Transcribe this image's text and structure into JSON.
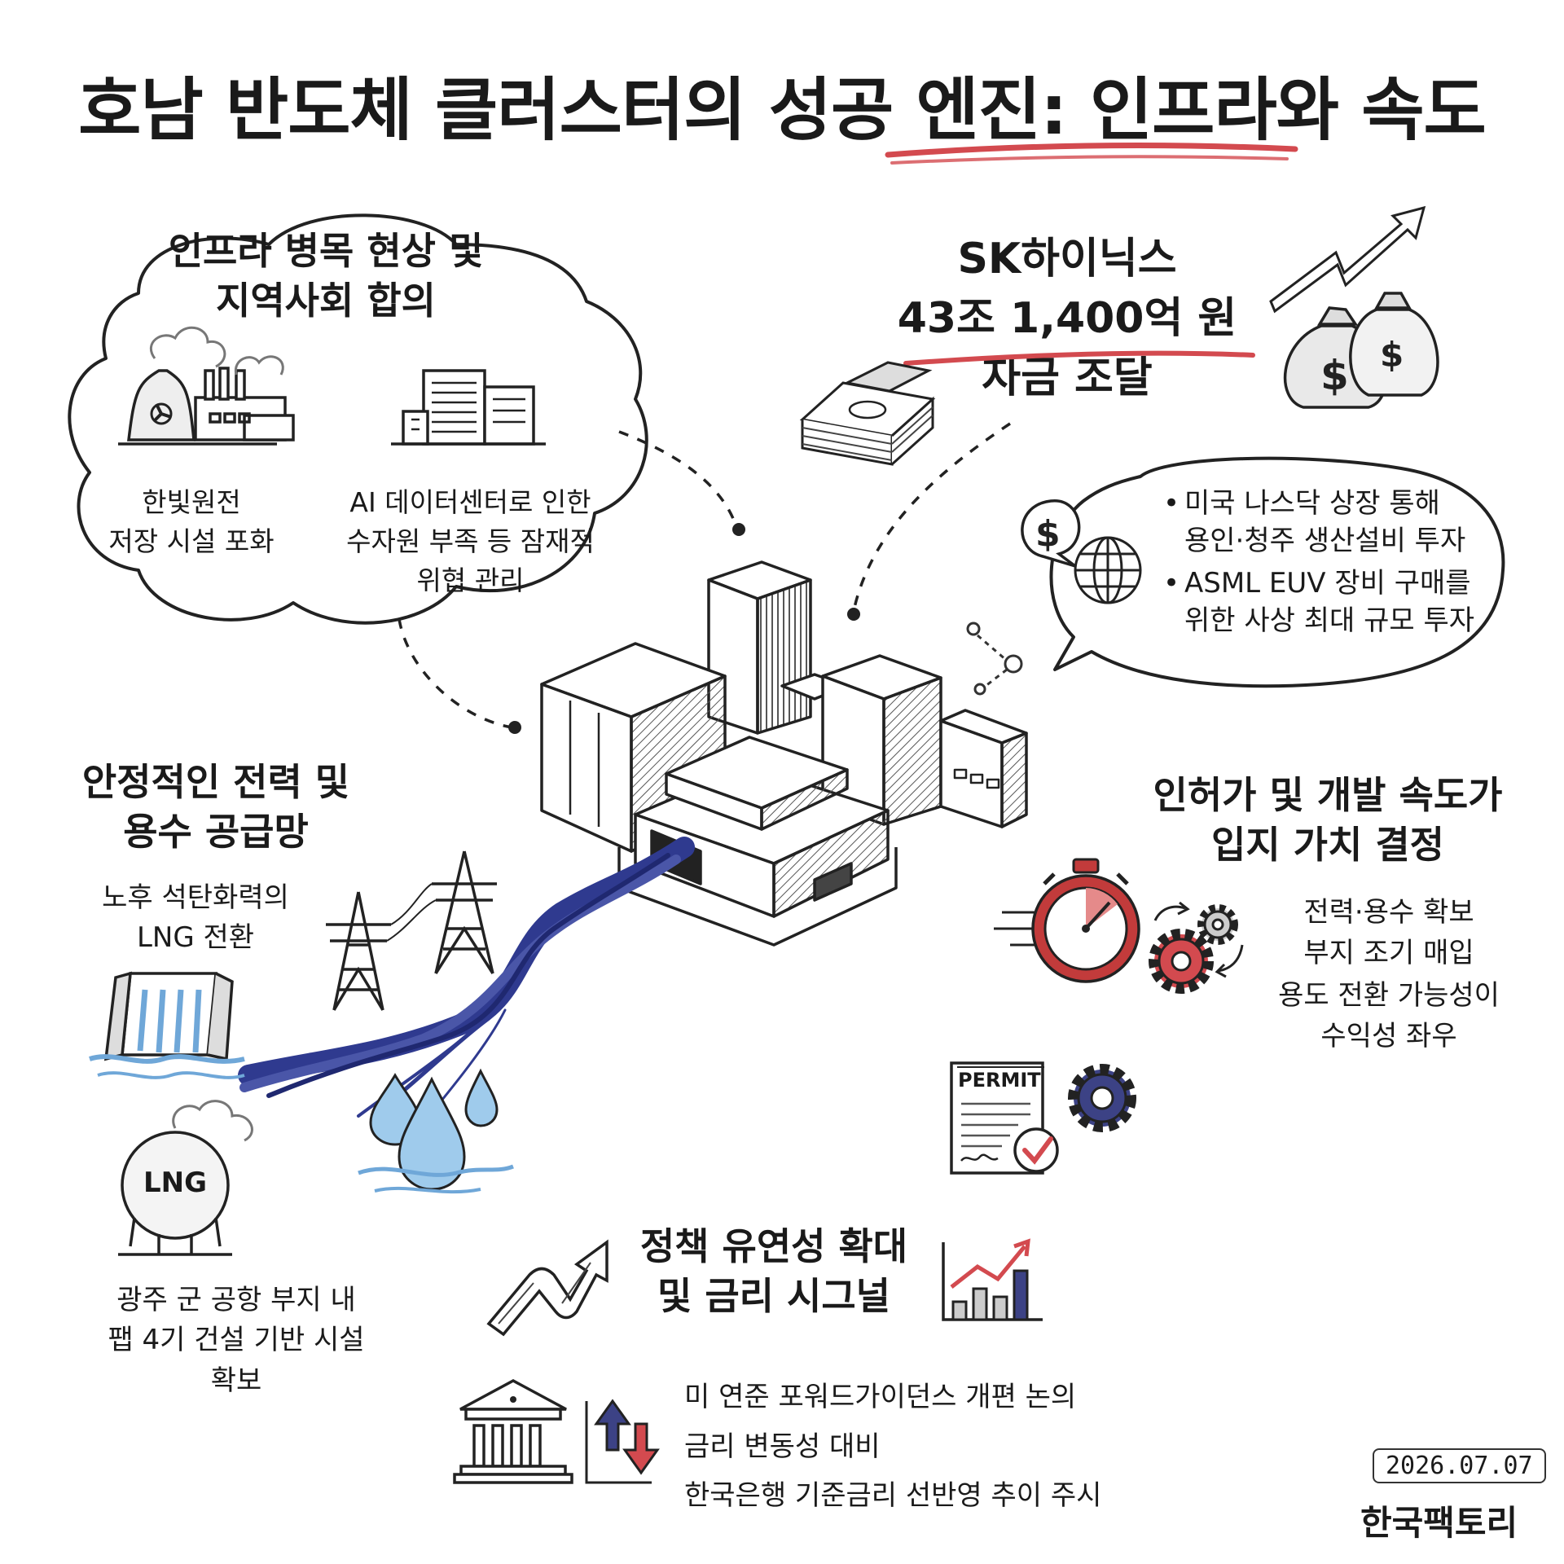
{
  "title": "호남 반도체 클러스터의 성공 엔진: 인프라와 속도",
  "colors": {
    "accent_red": "#d34a4f",
    "water_blue": "#2f3a8f",
    "ink": "#1a1a1a"
  },
  "sections": {
    "infra": {
      "heading": [
        "인프라 병목 현상 및",
        "지역사회 합의"
      ],
      "item1": [
        "한빛원전",
        "저장 시설 포화"
      ],
      "item2": [
        "AI 데이터센터로 인한",
        "수자원 부족 등 잠재적",
        "위협 관리"
      ]
    },
    "sk": {
      "line1": "SK하이닉스",
      "amount": "43조 1,400억 원",
      "line3": "자금 조달",
      "bullets": [
        [
          "미국 나스닥 상장 통해",
          "용인·청주 생산설비 투자"
        ],
        [
          "ASML EUV 장비 구매를",
          "위한 사상 최대 규모 투자"
        ]
      ],
      "icon": "dollar-sign"
    },
    "power": {
      "heading": [
        "안정적인 전력 및",
        "용수 공급망"
      ],
      "sub": [
        "노후 석탄화력의",
        "LNG 전환"
      ],
      "lng_label": "LNG",
      "bottom": [
        "광주 군 공항 부지 내",
        "팹 4기 건설 기반 시설",
        "확보"
      ]
    },
    "speed": {
      "heading": [
        "인허가 및 개발 속도가",
        "입지 가치 결정"
      ],
      "body": [
        "전력·용수 확보",
        "부지 조기 매입",
        "용도 전환 가능성이",
        "수익성 좌우"
      ],
      "permit_label": "PERMIT"
    },
    "policy": {
      "heading": [
        "정책 유연성 확대",
        "및 금리 시그널"
      ],
      "body": [
        "미 연준 포워드가이던스 개편 논의",
        "금리 변동성 대비",
        "한국은행 기준금리 선반영 추이 주시"
      ]
    }
  },
  "footer": {
    "date": "2026.07.07",
    "brand": "한국팩토리"
  }
}
